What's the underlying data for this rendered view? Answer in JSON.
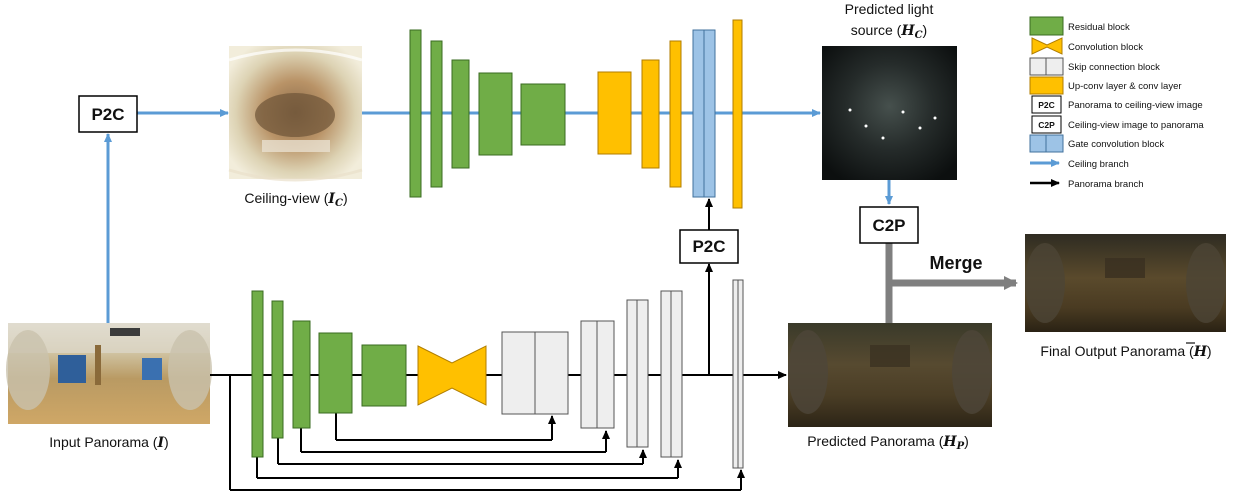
{
  "colors": {
    "residual": "#70ad47",
    "residual_stroke": "#3a6b20",
    "conv": "#ffc000",
    "conv_stroke": "#b07d00",
    "skip": "#eeeeee",
    "gate": "#9dc3e6",
    "ceiling_arrow": "#5b9bd5",
    "panorama_arrow": "#000000",
    "merge": "#7f7f7f"
  },
  "boxes": {
    "p2c_top": "P2C",
    "p2c_mid": "P2C",
    "c2p": "C2P",
    "merge": "Merge"
  },
  "captions": {
    "ceiling_view": "Ceiling-view (",
    "ceiling_view_sym": "I",
    "ceiling_view_sub": "C",
    "ceiling_view_end": ")",
    "predicted_light_1": "Predicted light",
    "predicted_light_2": "source (",
    "predicted_light_sym": "H",
    "predicted_light_sub": "C",
    "predicted_light_end": ")",
    "input_panorama": "Input Panorama (",
    "input_panorama_sym": "I",
    "input_panorama_end": ")",
    "predicted_panorama": "Predicted Panorama (",
    "predicted_panorama_sym": "H",
    "predicted_panorama_sub": "P",
    "predicted_panorama_end": ")",
    "final_output": "Final Output Panorama (",
    "final_output_sym": "H",
    "final_output_end": ")"
  },
  "legend": {
    "residual": "Residual block",
    "conv": "Convolution block",
    "skip": "Skip connection block",
    "upconv": "Up-conv layer & conv layer",
    "p2c_icon": "P2C",
    "p2c": "Panorama to ceiling-view image",
    "c2p_icon": "C2P",
    "c2p": "Ceiling-view image to panorama",
    "gate": "Gate convolution block",
    "ceiling_branch": "Ceiling branch",
    "panorama_branch": "Panorama branch"
  }
}
